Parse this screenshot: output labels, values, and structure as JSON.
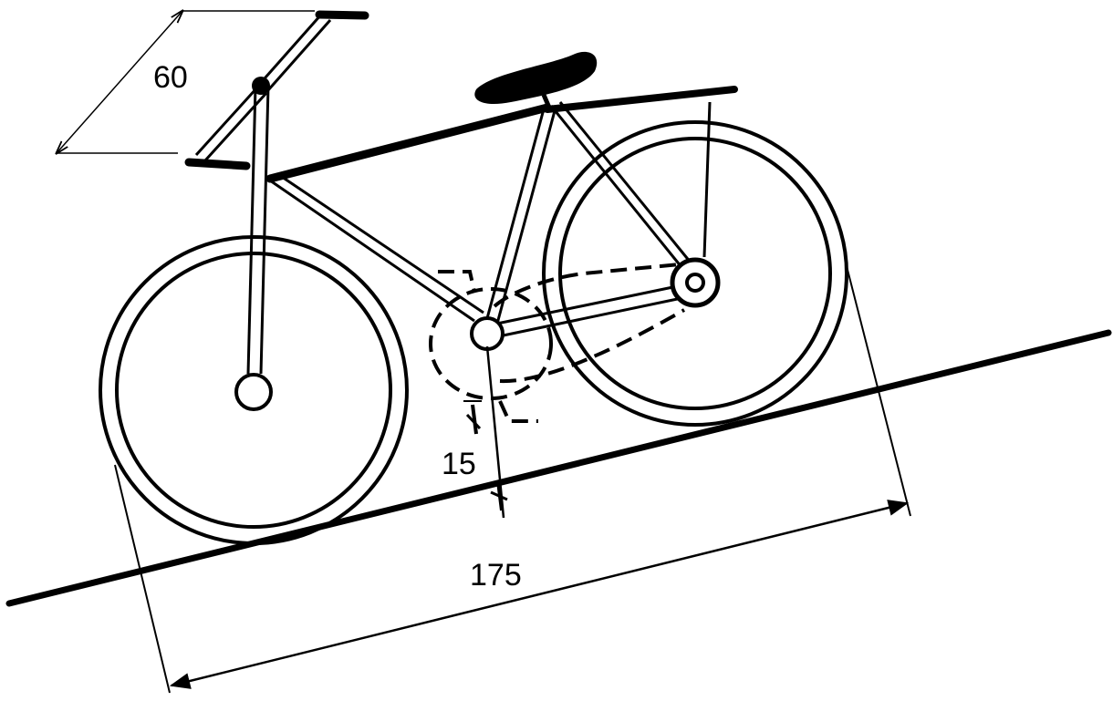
{
  "dimensions": {
    "handlebar_length": "60",
    "crank_clearance": "15",
    "wheelbase": "175"
  },
  "colors": {
    "ink": "#000000",
    "background": "#ffffff"
  }
}
